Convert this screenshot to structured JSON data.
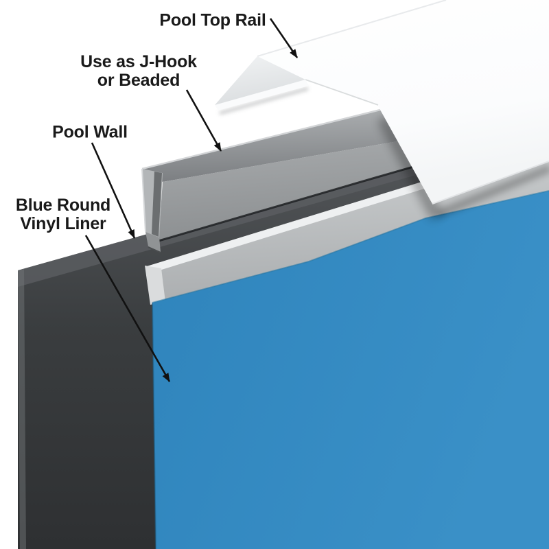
{
  "figure": {
    "labels": {
      "top_rail": {
        "text": "Pool Top Rail"
      },
      "jhook": {
        "line1": "Use as J-Hook",
        "line2": "or Beaded"
      },
      "wall": {
        "text": "Pool Wall"
      },
      "liner": {
        "line1": "Blue Round",
        "line2": "Vinyl Liner"
      }
    },
    "colors": {
      "background": "#ffffff",
      "rail_white": "#fbfcfd",
      "receiver_gray": "#9da0a2",
      "wall_charcoal": "#393c3e",
      "liner_blue": "#3389c1",
      "strip_silver": "#c9cccd",
      "label_text": "#1a1a1a",
      "arrow": "#111111"
    }
  }
}
